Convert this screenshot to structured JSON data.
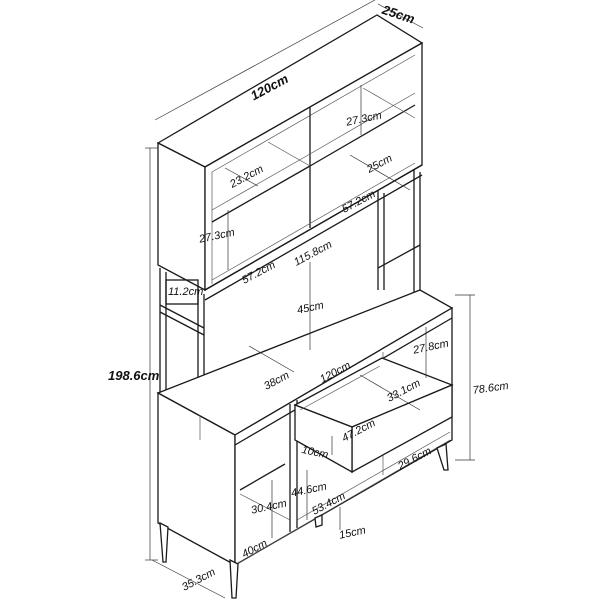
{
  "diagram": {
    "overall": {
      "width": "120cm",
      "depth": "25cm",
      "height": "198.6cm",
      "base_height": "78.6cm"
    },
    "hutch": {
      "shelf_height_upper": "27.3cm",
      "shelf_depth_left": "23.2cm",
      "shelf_depth_right": "25cm",
      "shelf_width_right": "57.2cm",
      "shelf_height_lower": "27.3cm",
      "shelf_width_left": "57.2cm",
      "inner_width": "115.8cm",
      "side_gap": "11.2cm"
    },
    "base": {
      "gap_height": "45cm",
      "counter_depth": "38cm",
      "counter_width": "120cm",
      "right_open_height": "27.8cm",
      "drawer_depth": "33.1cm",
      "drawer_width": "47.2cm",
      "drawer_height": "10cm",
      "middle_height": "44.6cm",
      "right_bottom_width": "29.6cm",
      "left_shelf_height": "30.4cm",
      "left_shelf_depth": "40cm",
      "middle_width": "53.4cm",
      "leg_height": "15cm",
      "base_depth": "35.3cm"
    }
  }
}
